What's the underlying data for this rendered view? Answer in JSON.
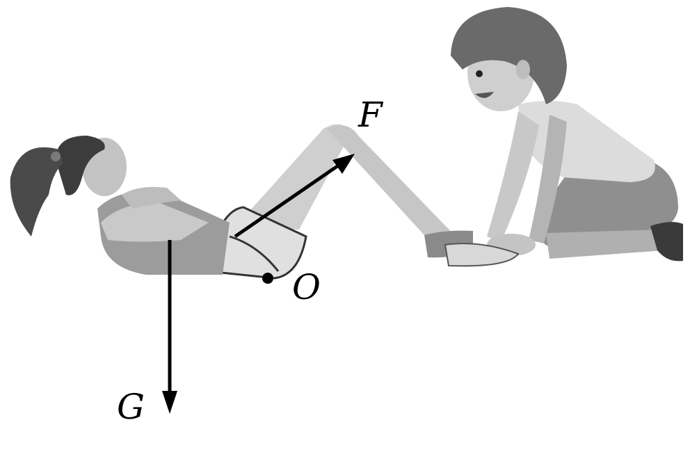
{
  "labels": {
    "force": "F",
    "pivot": "O",
    "gravity": "G"
  },
  "colors": {
    "ink": "#000000",
    "figure_light": "#d4d4d4",
    "figure_mid": "#a8a8a8",
    "figure_dark": "#6c6c6c",
    "hair": "#3c3c3c"
  }
}
